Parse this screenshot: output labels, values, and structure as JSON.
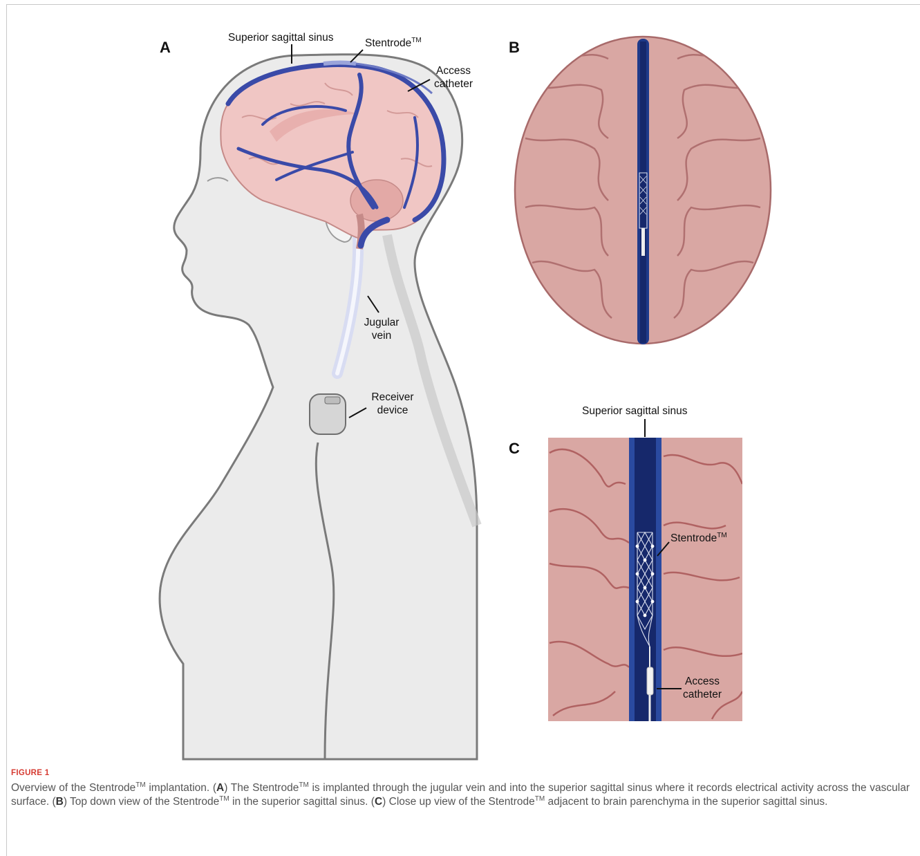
{
  "panels": {
    "a": {
      "letter": "A",
      "label_superior_sinus": "Superior sagittal sinus",
      "label_stentrode": "Stentrode",
      "label_stentrode_tm": "TM",
      "label_access_1": "Access",
      "label_access_2": "catheter",
      "label_jugular_1": "Jugular",
      "label_jugular_2": "vein",
      "label_receiver_1": "Receiver",
      "label_receiver_2": "device"
    },
    "b": {
      "letter": "B"
    },
    "c": {
      "letter": "C",
      "label_superior_sinus": "Superior sagittal sinus",
      "label_stentrode": "Stentrode",
      "label_stentrode_tm": "TM",
      "label_access_1": "Access",
      "label_access_2": "catheter"
    }
  },
  "caption": {
    "label": "FIGURE 1",
    "t1": "Overview of the Stentrode",
    "tm": "TM",
    "t2": " implantation. (",
    "a": "A",
    "t3": ") The Stentrode",
    "t4": " is implanted through the jugular vein and into the superior sagittal sinus where it records electrical activity across the vascular surface. (",
    "b": "B",
    "t5": ") Top down view of the Stentrode",
    "t6": " in the superior sagittal sinus. (",
    "c": "C",
    "t7": ") Close up view of the Stentrode",
    "t8": " adjacent to brain parenchyma in the superior sagittal sinus."
  },
  "colors": {
    "skin": "#ebebeb",
    "outline": "#7a7a7a",
    "brain": "#d9a7a3",
    "brain_dark": "#b07070",
    "vein": "#3a4aa8",
    "sinus": "#1f3a8a",
    "sinus_dark": "#16286b",
    "caption_label": "#d63b32"
  }
}
